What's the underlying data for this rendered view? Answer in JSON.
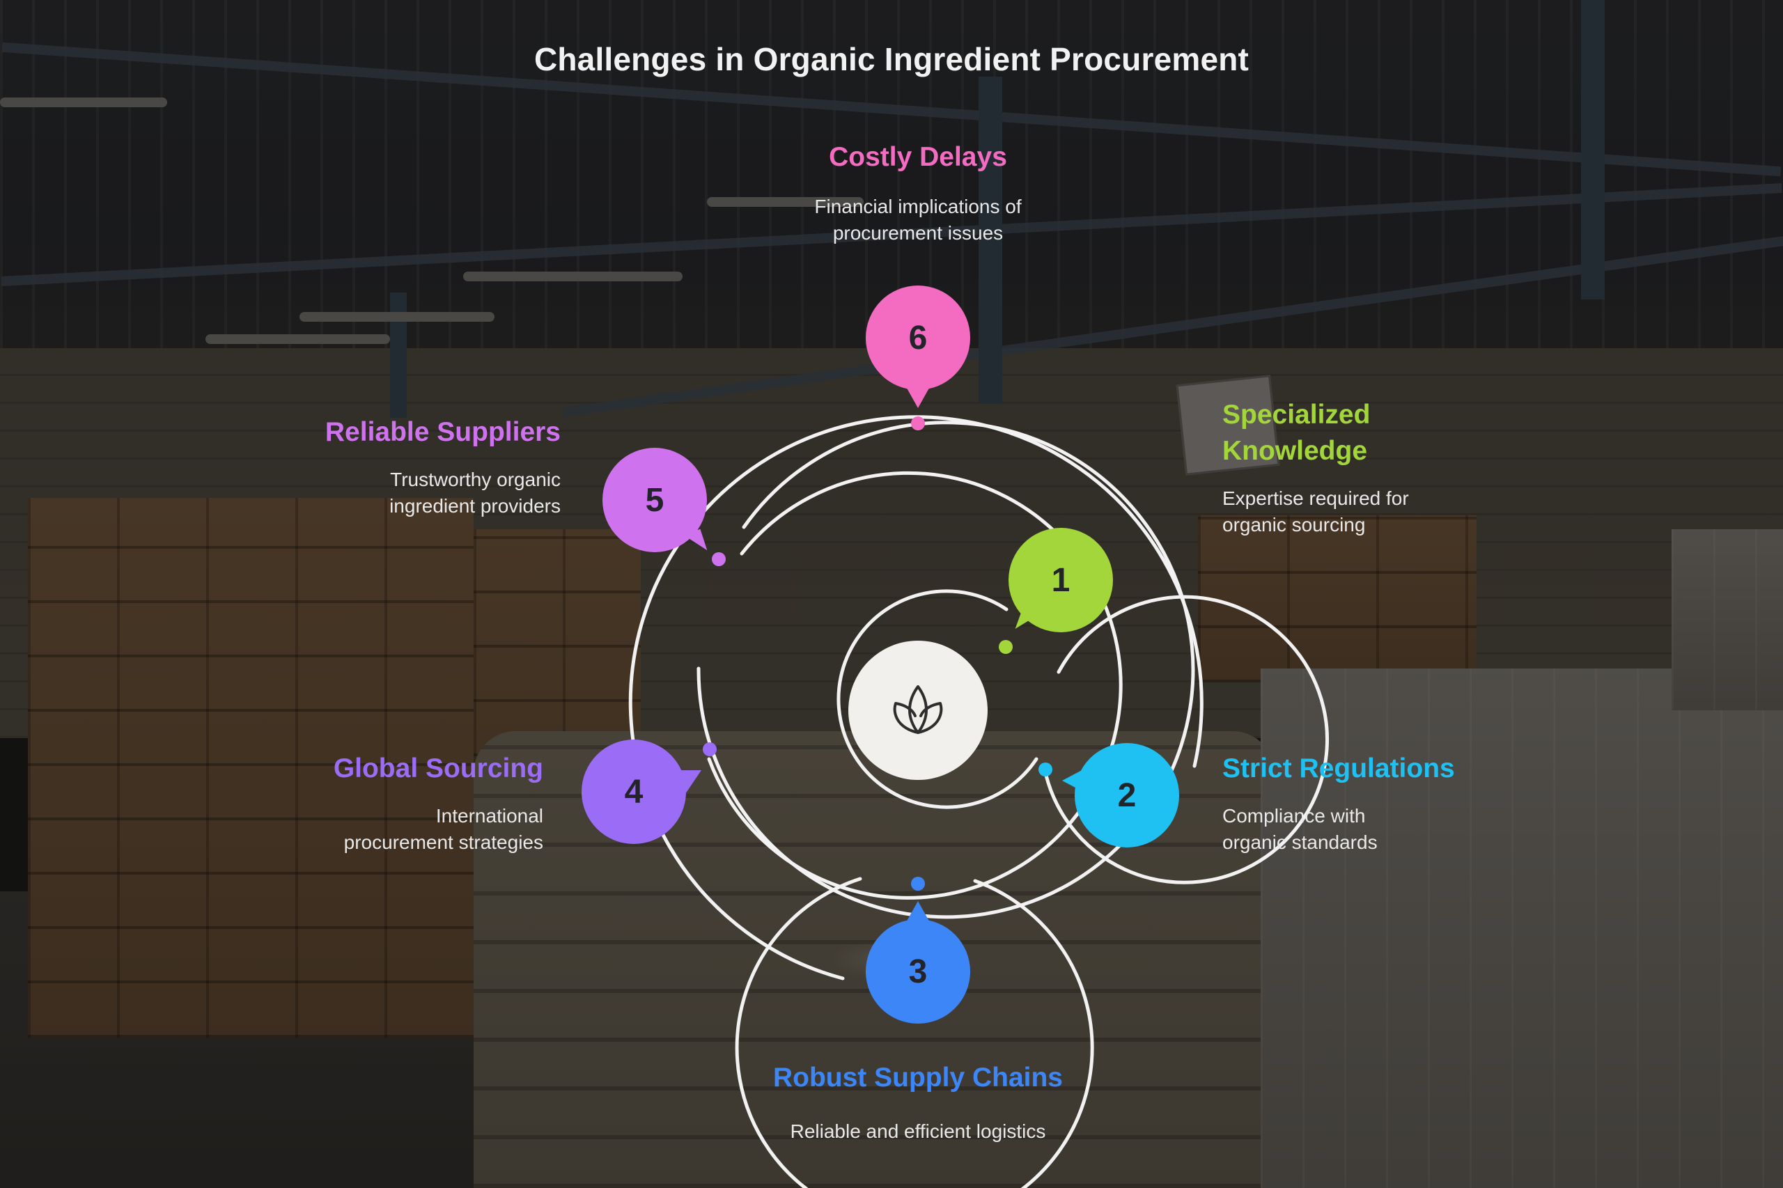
{
  "title": "Challenges in Organic Ingredient Procurement",
  "center": {
    "icon": "leaf-sprout-icon"
  },
  "colors": {
    "item1": "#a3d63a",
    "item2": "#1fc0f2",
    "item3": "#3d86f7",
    "item4": "#9b6cf5",
    "item5": "#cf72ee",
    "item6": "#f46cc2",
    "rings": "#f2f2f2"
  },
  "items": [
    {
      "number": "1",
      "title": "Specialized Knowledge",
      "title_line1": "Specialized",
      "title_line2": "Knowledge",
      "description_line1": "Expertise required for",
      "description_line2": "organic sourcing"
    },
    {
      "number": "2",
      "title": "Strict Regulations",
      "description_line1": "Compliance with",
      "description_line2": "organic standards"
    },
    {
      "number": "3",
      "title": "Robust Supply Chains",
      "description_line1": "Reliable and efficient logistics"
    },
    {
      "number": "4",
      "title": "Global Sourcing",
      "description_line1": "International",
      "description_line2": "procurement strategies"
    },
    {
      "number": "5",
      "title": "Reliable Suppliers",
      "description_line1": "Trustworthy organic",
      "description_line2": "ingredient providers"
    },
    {
      "number": "6",
      "title": "Costly Delays",
      "description_line1": "Financial implications of",
      "description_line2": "procurement issues"
    }
  ]
}
